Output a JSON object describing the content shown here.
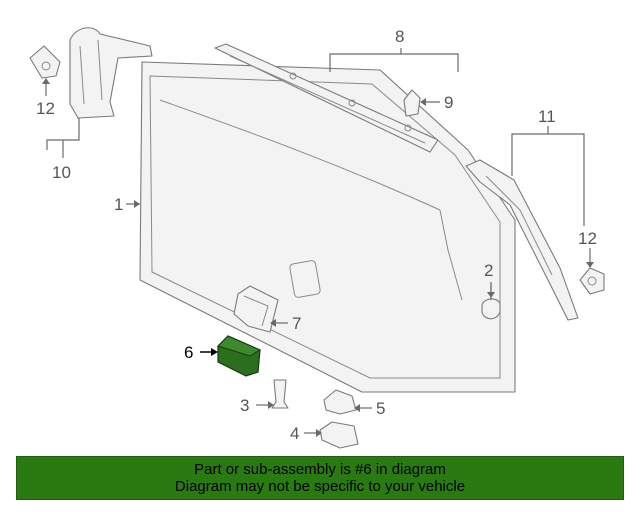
{
  "callouts": {
    "c1": "1",
    "c2": "2",
    "c3": "3",
    "c4": "4",
    "c5": "5",
    "c6": "6",
    "c7": "7",
    "c8": "8",
    "c9": "9",
    "c10": "10",
    "c11": "11",
    "c12a": "12",
    "c12b": "12"
  },
  "highlight": {
    "part": "6",
    "color": "#2a6e1e"
  },
  "banner": {
    "line1": "Part or sub-assembly is #6 in diagram",
    "line2": "Diagram may not be specific to your vehicle",
    "background": "#2a7a12"
  }
}
